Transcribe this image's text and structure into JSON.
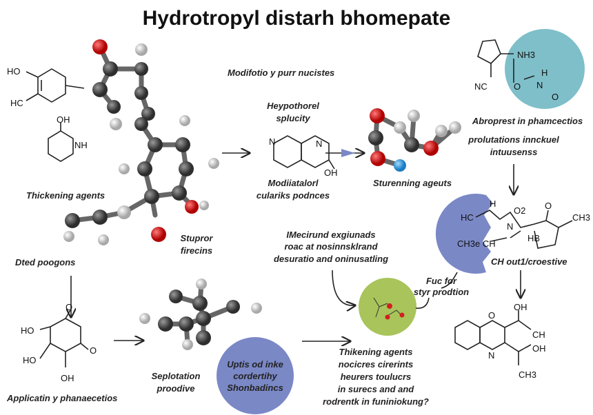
{
  "title": "Hydrotropyl distarh bhomepate",
  "labels": {
    "modification": "Modifotio y purr nucistes",
    "hypothesis_1": "Heypothorel",
    "hypothesis_2": "splucity",
    "modiatation_1": "Modiiatalorl",
    "modiatation_2": "culariks podnces",
    "thickening_left": "Thickening agents",
    "sturenning": "Sturenning ageuts",
    "abroprest": "Abroprest in phamcectios",
    "prolutations_1": "prolutations innckuel",
    "prolutations_2": "intuusenss",
    "mecirund_1": "IMecirund exgiunads",
    "mecirund_2": "roac at nosinnsklrand",
    "mecirund_3": "desuratio and oninusatling",
    "fuc_for_1": "Fuc for",
    "fuc_for_2": "styr prodtion",
    "ch_out": "CH out1/croestive",
    "stupror_1": "Stupror",
    "stupror_2": "firecins",
    "dted": "Dted poogons",
    "seplotation_1": "Seplotation",
    "seplotation_2": "proodive",
    "applicatin": "Applicatin y phanaecetios",
    "uptis_1": "Uptis od inke",
    "uptis_2": "cordertihy",
    "uptis_3": "Shonbadincs",
    "thikening_1": "Thikening agents",
    "thikening_2": "nocicres cirerints",
    "thikening_3": "heurers toulucrs",
    "thikening_4": "in surecs and and",
    "thikening_5": "rodrentk in funiniokung?"
  },
  "atoms": {
    "HO": "HO",
    "HC": "HC",
    "OH": "OH",
    "NH": "NH",
    "N": "N",
    "O": "O",
    "NH3": "NH3",
    "NC": "NC",
    "H": "H",
    "O2": "O2",
    "CH3": "CH3",
    "HB": "HB",
    "CH3eCH": "CH3e CH",
    "HC_ring": "HC",
    "CH": "CH"
  },
  "colors": {
    "carbon": "#4a4a4a",
    "oxygen": "#d21f1f",
    "hydrogen": "#d8d8d8",
    "nitrogen": "#2d9be0",
    "blue_circle": "#7b88c6",
    "green_circle": "#a9c45a",
    "teal_circle": "#7fbfc9"
  }
}
